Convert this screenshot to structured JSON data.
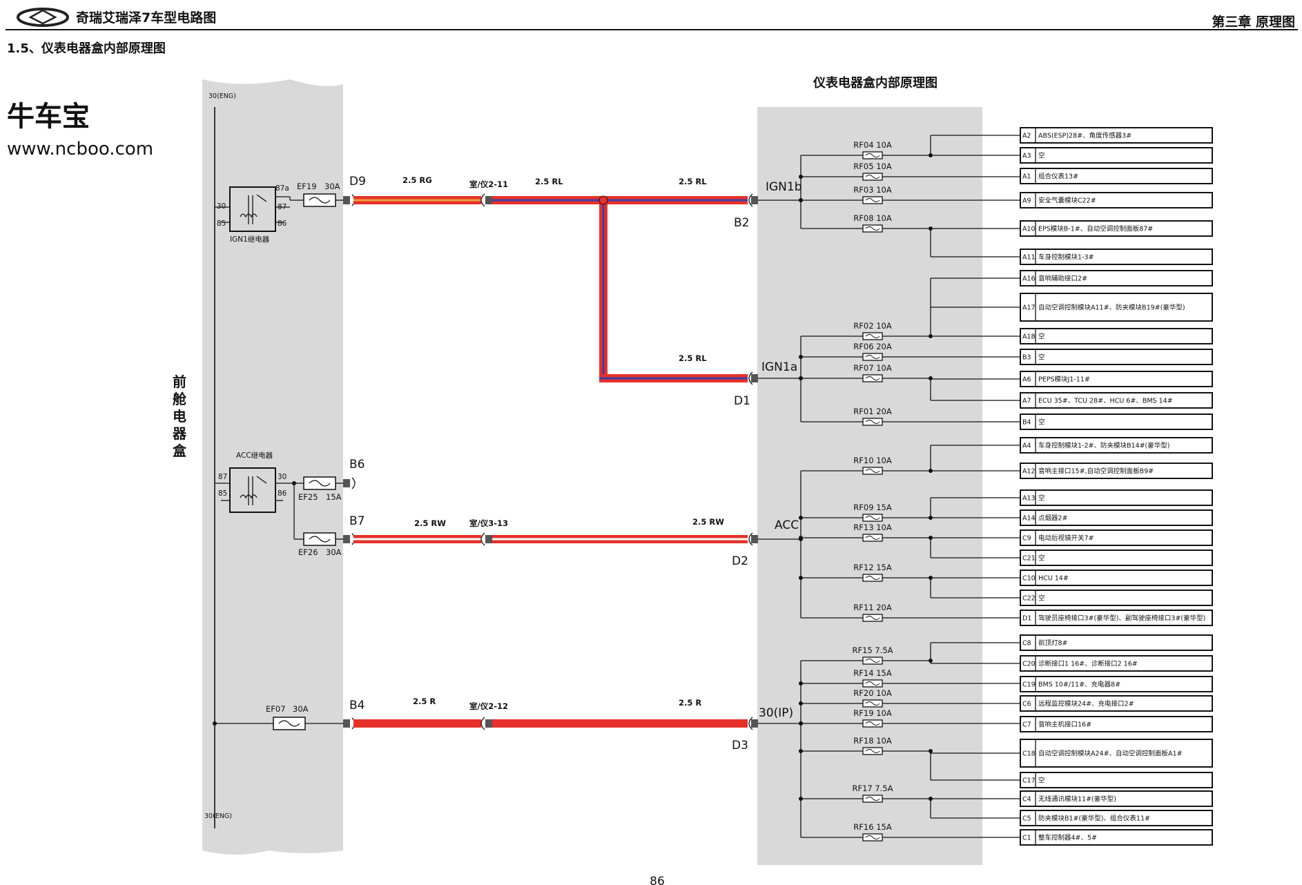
{
  "header": {
    "title": "奇瑞艾瑞泽7车型电路图",
    "chapter": "第三章 原理图"
  },
  "section_title": "1.5、仪表电器盒内部原理图",
  "watermark": {
    "name": "牛车宝",
    "url": "www.ncboo.com"
  },
  "page_number": "86",
  "front_box": {
    "label": "前舱电器盒",
    "bus_top": "30(ENG)",
    "bus_bottom": "30(ENG)",
    "ign_relay": {
      "name": "IGN1继电器",
      "pins": [
        "87a",
        "87",
        "30",
        "85",
        "86"
      ],
      "fuse": "EF19",
      "rating": "30A"
    },
    "acc_relay": {
      "name": "ACC继电器",
      "pins": [
        "87",
        "30",
        "85",
        "86"
      ]
    },
    "fuses": [
      {
        "id": "EF25",
        "rating": "15A"
      },
      {
        "id": "EF26",
        "rating": "30A"
      },
      {
        "id": "EF07",
        "rating": "30A"
      }
    ],
    "terminals": [
      "D9",
      "B6",
      "B7",
      "B4"
    ]
  },
  "wires": [
    {
      "from": "D9",
      "spec1": "2.5 RG",
      "connector": "室/仪2-11",
      "spec2": "2.5 RL",
      "spec3": "2.5 RL",
      "spec4": "2.5 RL"
    },
    {
      "from": "B7",
      "spec1": "2.5 RW",
      "connector": "室/仪3-13",
      "spec2": "2.5 RW"
    },
    {
      "from": "B4",
      "spec1": "2.5 R",
      "connector": "室/仪2-12",
      "spec2": "2.5 R"
    }
  ],
  "ip_box": {
    "title": "仪表电器盒内部原理图",
    "groups": [
      {
        "name": "IGN1b",
        "pin": "B2",
        "fuses": [
          {
            "id": "RF04",
            "rating": "10A"
          },
          {
            "id": "RF05",
            "rating": "10A"
          },
          {
            "id": "RF03",
            "rating": "10A"
          },
          {
            "id": "RF08",
            "rating": "10A"
          }
        ]
      },
      {
        "name": "IGN1a",
        "pin": "D1",
        "fuses": [
          {
            "id": "RF02",
            "rating": "10A"
          },
          {
            "id": "RF06",
            "rating": "20A"
          },
          {
            "id": "RF07",
            "rating": "10A"
          },
          {
            "id": "RF01",
            "rating": "20A"
          }
        ]
      },
      {
        "name": "ACC",
        "pin": "D2",
        "fuses": [
          {
            "id": "RF10",
            "rating": "10A"
          },
          {
            "id": "RF09",
            "rating": "15A"
          },
          {
            "id": "RF13",
            "rating": "10A"
          },
          {
            "id": "RF12",
            "rating": "15A"
          },
          {
            "id": "RF11",
            "rating": "20A"
          }
        ]
      },
      {
        "name": "30(IP)",
        "pin": "D3",
        "fuses": [
          {
            "id": "RF15",
            "rating": "7.5A"
          },
          {
            "id": "RF14",
            "rating": "15A"
          },
          {
            "id": "RF20",
            "rating": "10A"
          },
          {
            "id": "RF19",
            "rating": "10A"
          },
          {
            "id": "RF18",
            "rating": "10A"
          },
          {
            "id": "RF17",
            "rating": "7.5A"
          },
          {
            "id": "RF16",
            "rating": "15A"
          }
        ]
      }
    ],
    "outputs": [
      {
        "code": "A2",
        "text": "ABS(ESP)28#、角度传感器3#"
      },
      {
        "code": "A3",
        "text": "空"
      },
      {
        "code": "A1",
        "text": "组合仪表13#"
      },
      {
        "code": "A9",
        "text": "安全气囊模块C22#"
      },
      {
        "code": "A10",
        "text": "EPS模块B-1#、自动空调控制面板87#"
      },
      {
        "code": "A11",
        "text": "车身控制模块1-3#"
      },
      {
        "code": "A16",
        "text": "音响辅助接口2#"
      },
      {
        "code": "A17",
        "text": "自动空调控制模块A11#、防夹模块B19#(豪华型)"
      },
      {
        "code": "A18",
        "text": "空"
      },
      {
        "code": "B3",
        "text": "空"
      },
      {
        "code": "A6",
        "text": "PEPS模块J1-11#"
      },
      {
        "code": "A7",
        "text": "ECU 35#、TCU 28#、HCU 6#、BMS 14#"
      },
      {
        "code": "B4",
        "text": "空"
      },
      {
        "code": "A4",
        "text": "车身控制模块1-2#、防夹模块B14#(豪华型)"
      },
      {
        "code": "A12",
        "text": "音响主接口15#,自动空调控制面板B9#"
      },
      {
        "code": "A13",
        "text": "空"
      },
      {
        "code": "A14",
        "text": "点烟器2#"
      },
      {
        "code": "C9",
        "text": "电动后视镜开关7#"
      },
      {
        "code": "C21",
        "text": "空"
      },
      {
        "code": "C10",
        "text": "HCU 14#"
      },
      {
        "code": "C22",
        "text": "空"
      },
      {
        "code": "D1",
        "text": "驾驶员座椅接口3#(豪华型)、副驾驶座椅接口3#(豪华型)"
      },
      {
        "code": "C8",
        "text": "前顶灯8#"
      },
      {
        "code": "C20",
        "text": "诊断接口1 16#、诊断接口2 16#"
      },
      {
        "code": "C19",
        "text": "BMS 10#/11#、充电器8#"
      },
      {
        "code": "C6",
        "text": "远程监控模块24#、充电接口2#"
      },
      {
        "code": "C7",
        "text": "音响主机接口16#"
      },
      {
        "code": "C18",
        "text": "自动空调控制模块A24#、自动空调控制面板A1#"
      },
      {
        "code": "C17",
        "text": "空"
      },
      {
        "code": "C4",
        "text": "无线通讯模块11#(豪华型)"
      },
      {
        "code": "C5",
        "text": "防夹模块B1#(豪华型)、组合仪表11#"
      },
      {
        "code": "C1",
        "text": "整车控制器4#、5#"
      }
    ]
  },
  "colors": {
    "panel": "#d9d9d9",
    "wire_red": "#e8302a",
    "wire_orange": "#e9a23b",
    "wire_blue": "#3b3fa8",
    "wire_white": "#ffffff",
    "line": "#111111"
  }
}
